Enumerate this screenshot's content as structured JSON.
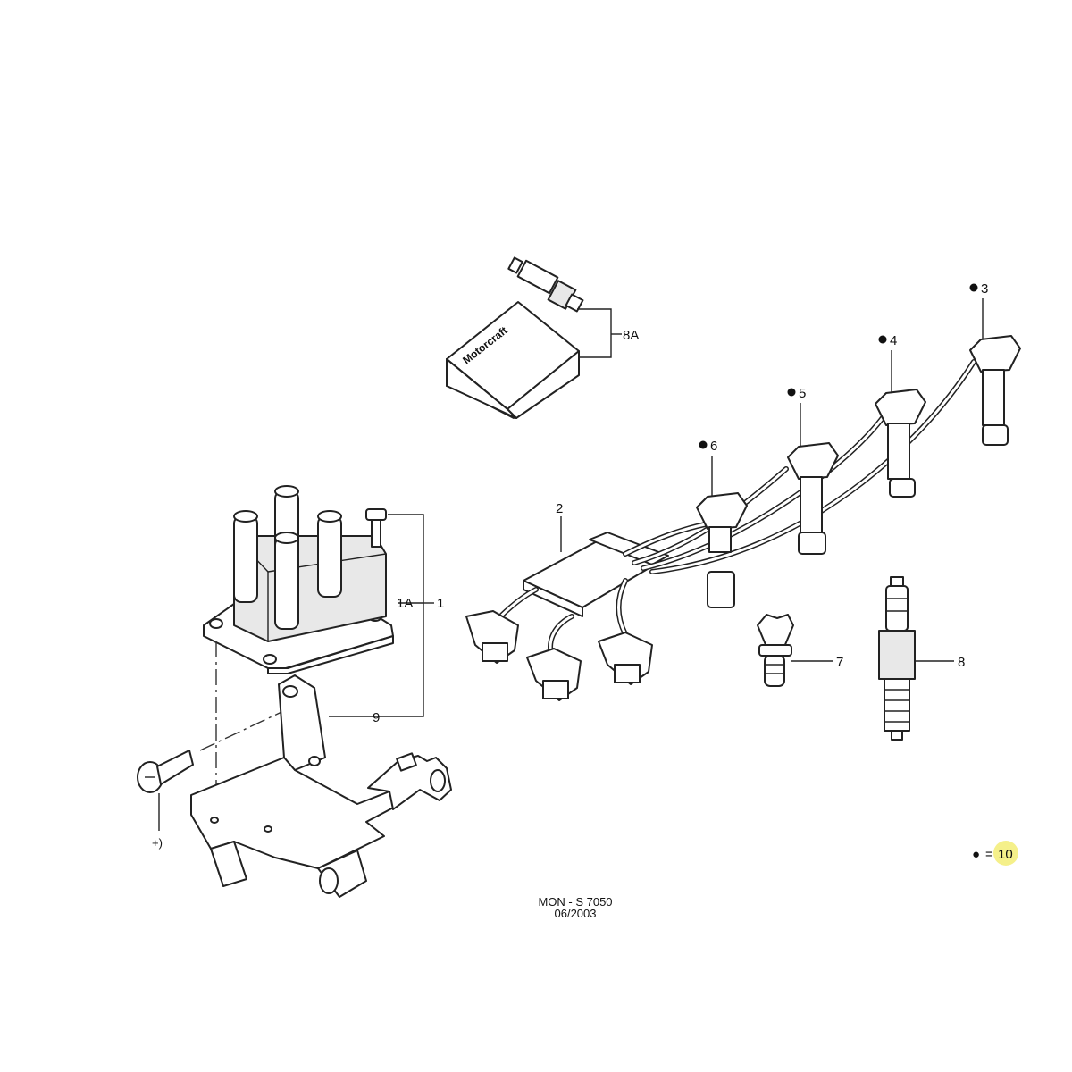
{
  "brand_box": {
    "text": "Motorcraft"
  },
  "callouts": {
    "c1": "1",
    "c1A": "1A",
    "c2": "2",
    "c3": "3",
    "c4": "4",
    "c5": "5",
    "c6": "6",
    "c7": "7",
    "c8": "8",
    "c8A": "8A",
    "c9": "9",
    "plus": "+)"
  },
  "legend": {
    "symbol": "●",
    "equals": "=",
    "value": "10",
    "highlight_color": "#f5f08a"
  },
  "footer": {
    "code": "MON - S 7050",
    "date": "06/2003"
  }
}
